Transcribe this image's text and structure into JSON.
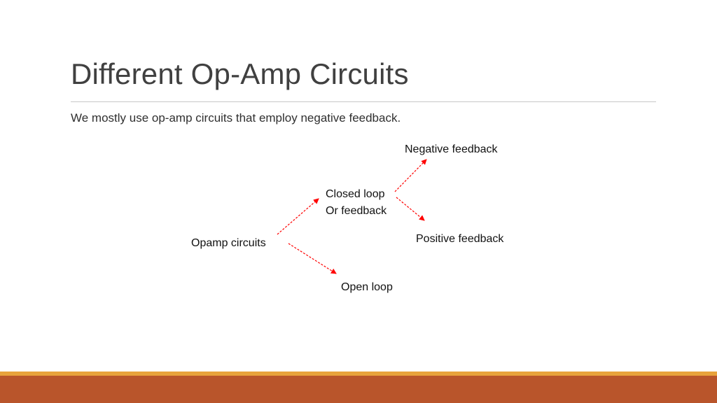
{
  "slide": {
    "title": "Different Op-Amp Circuits",
    "subtitle": "We mostly use op-amp circuits that employ negative feedback."
  },
  "diagram": {
    "nodes": {
      "opamp": {
        "label": "Opamp circuits"
      },
      "closed": {
        "lines": [
          "Closed loop",
          "Or feedback"
        ]
      },
      "negative": {
        "label": "Negative feedback"
      },
      "positive": {
        "label": "Positive feedback"
      },
      "open": {
        "label": "Open loop"
      }
    },
    "edges": [
      {
        "from": "opamp",
        "to": "closed"
      },
      {
        "from": "opamp",
        "to": "open"
      },
      {
        "from": "closed",
        "to": "negative"
      },
      {
        "from": "closed",
        "to": "positive"
      }
    ],
    "arrow_color": "#ff0000",
    "arrow_style": "dashed"
  },
  "theme": {
    "footer_accent": "#e8a33c",
    "footer_color": "#b9552b"
  }
}
